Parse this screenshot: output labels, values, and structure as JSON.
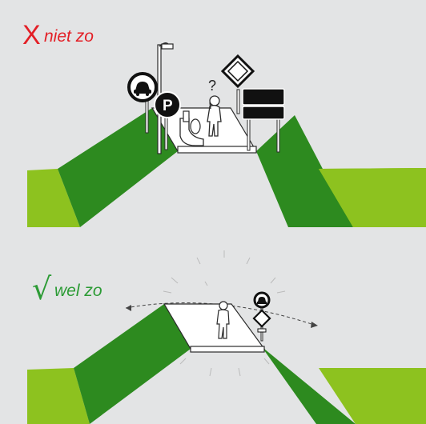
{
  "top_panel": {
    "mark": "X",
    "caption": "niet zo",
    "question_mark": "?",
    "parking_letter": "P",
    "colors": {
      "mark": "#e31f26",
      "caption": "#e31f26",
      "dike_dark": "#2d8a1f",
      "dike_light": "#8dc21f"
    }
  },
  "bottom_panel": {
    "mark": "√",
    "caption": "wel zo",
    "colors": {
      "mark": "#2c9b35",
      "caption": "#2c9b35",
      "dike_dark": "#2d8a1f",
      "dike_light": "#8dc21f"
    }
  },
  "icons": [
    "street-lamp-icon",
    "car-prohibited-sign-icon",
    "parking-sign-icon",
    "priority-road-sign-icon",
    "blank-info-board-icon",
    "bench-icon",
    "person-icon",
    "car-prohibited-sign-icon",
    "priority-road-sign-icon"
  ]
}
